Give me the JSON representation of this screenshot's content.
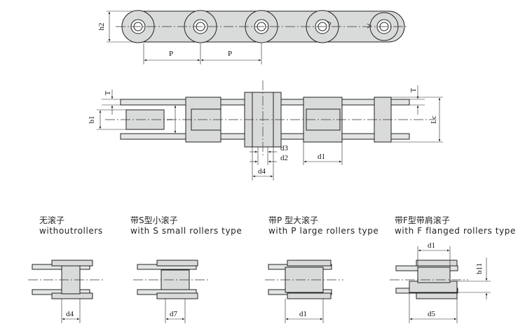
{
  "labels": {
    "h2": "h2",
    "P1": "P",
    "P2": "P",
    "T_left": "T",
    "b1": "b1",
    "l": "l",
    "T_right": "T",
    "Lc": "Lc",
    "d3": "d3",
    "d2": "d2",
    "d4": "d4",
    "d1": "d1"
  },
  "variants": [
    {
      "cn": "无滚子",
      "en": "withoutrollers",
      "dim": "d4"
    },
    {
      "cn": "带S型小滚子",
      "en": "with S small rollers type",
      "dim": "d7"
    },
    {
      "cn": "带P 型大滚子",
      "en": "with P large rollers type",
      "dim": "d1"
    },
    {
      "cn": "带F型带肩滚子",
      "en": "with F flanged rollers type",
      "dim_bottom": "d5",
      "dim_top": "d1",
      "dim_side": "b11"
    }
  ],
  "colors": {
    "part_fill": "#d9dbdb",
    "outline": "#222222"
  }
}
